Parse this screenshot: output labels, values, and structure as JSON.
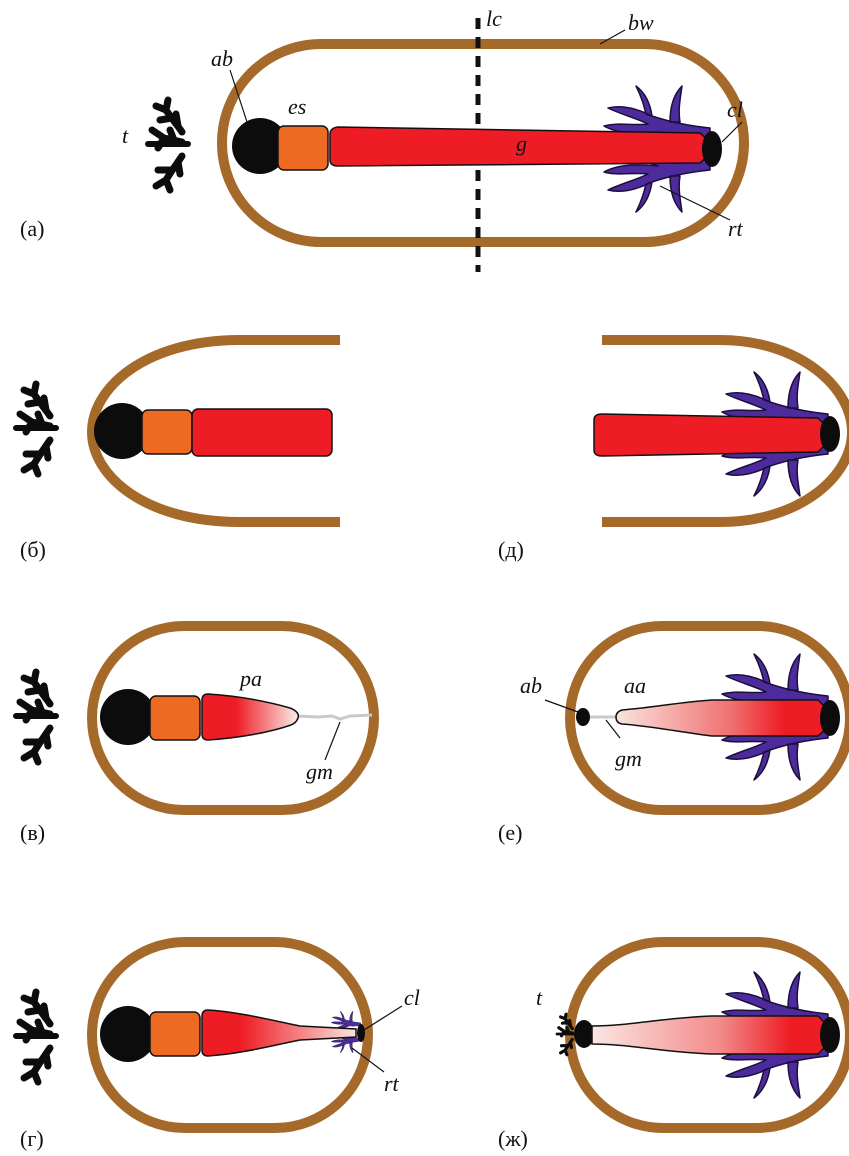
{
  "colors": {
    "body_wall": "#A56A2A",
    "anterior_black": "#0c0c0c",
    "esophagus": "#EE6A22",
    "gut": "#EE1C24",
    "gut_pale": "#F7D6D0",
    "respiratory_trees": "#4E2B9C",
    "mesentery": "#C9C9C9"
  },
  "icons": {
    "tentacles": "tentacles-icon",
    "respiratory_tree": "respiratory-tree-icon"
  },
  "labels": {
    "t": "t",
    "ab": "ab",
    "es": "es",
    "g": "g",
    "lc": "lc",
    "bw": "bw",
    "cl": "cl",
    "rt": "rt",
    "pa": "pa",
    "gm": "gm",
    "aa": "aa"
  },
  "panels": {
    "a": "(а)",
    "b": "(б)",
    "v": "(в)",
    "g": "(г)",
    "d": "(д)",
    "e": "(е)",
    "zh": "(ж)"
  }
}
